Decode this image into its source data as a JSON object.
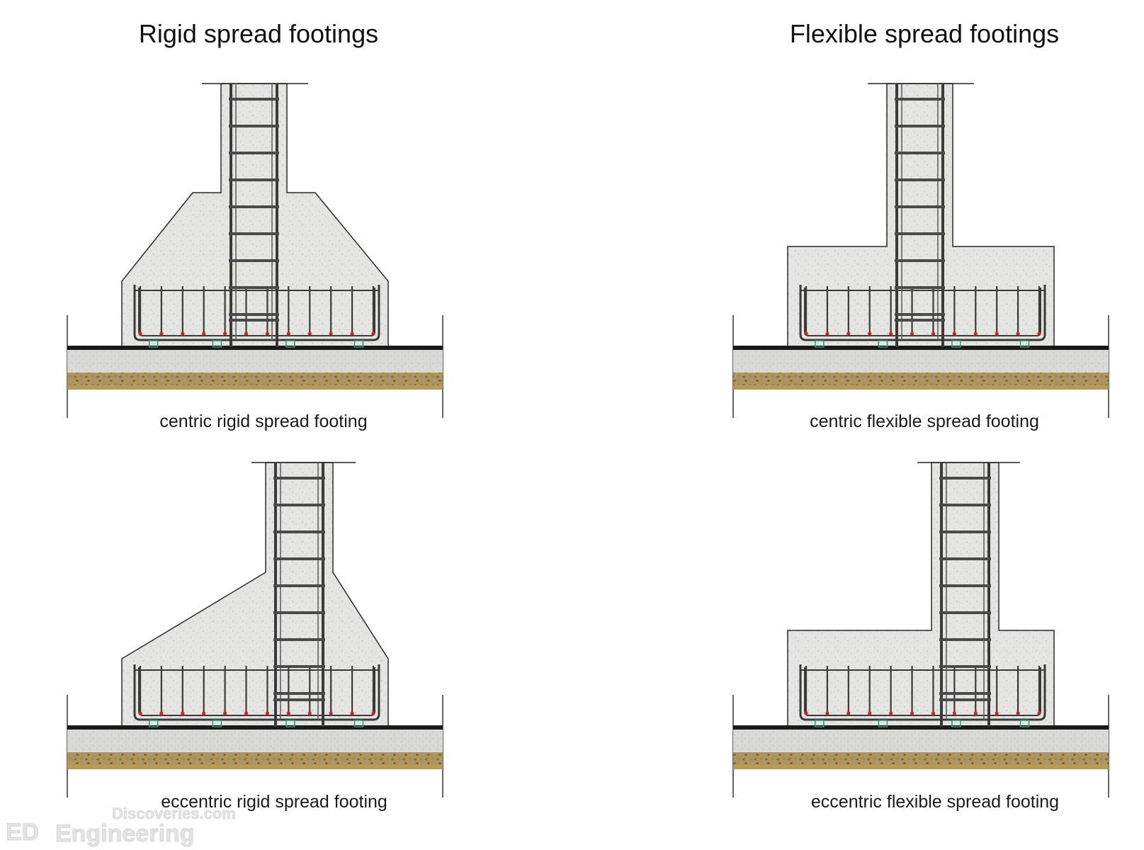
{
  "headings": {
    "rigid": "Rigid spread footings",
    "flexible": "Flexible spread footings"
  },
  "panels": [
    {
      "id": "centric-rigid",
      "caption": "centric rigid spread footing",
      "kind": "rigid",
      "placement": "centric"
    },
    {
      "id": "centric-flexible",
      "caption": "centric flexible spread footing",
      "kind": "flexible",
      "placement": "centric"
    },
    {
      "id": "eccentric-rigid",
      "caption": "eccentric rigid spread footing",
      "kind": "rigid",
      "placement": "eccentric"
    },
    {
      "id": "eccentric-flexible",
      "caption": "eccentric flexible spread footing",
      "kind": "flexible",
      "placement": "eccentric"
    }
  ],
  "watermark": {
    "logo_mark": "ED",
    "line1": "Discoveries.com",
    "line2": "Engineering"
  },
  "colors": {
    "concrete": "#e3e3e1",
    "lean_concrete": "#d8d8d6",
    "gravel": "#b89a55",
    "rebar": "#3a3a3a",
    "rebar_dots": "#d42020",
    "spacers": "#2a9a7a",
    "outline": "#2a2a2a"
  }
}
